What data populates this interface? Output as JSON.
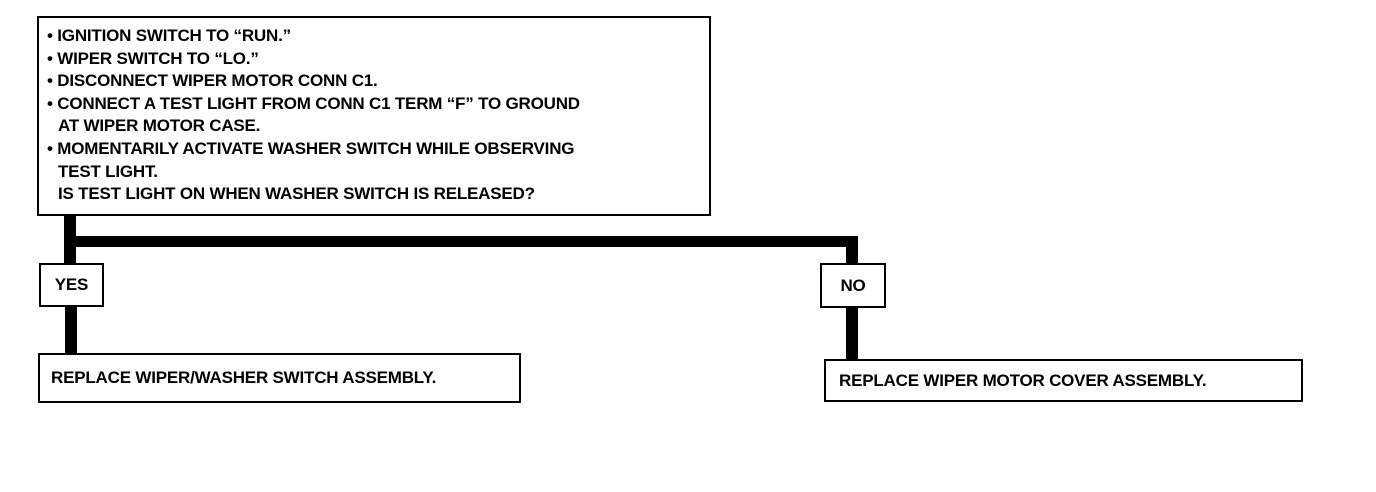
{
  "question_box": {
    "lines": [
      "• IGNITION SWITCH TO “RUN.”",
      "• WIPER SWITCH TO “LO.”",
      "• DISCONNECT WIPER MOTOR CONN C1.",
      "• CONNECT A TEST LIGHT FROM CONN C1 TERM “F” TO GROUND",
      "AT WIPER MOTOR CASE.",
      "• MOMENTARILY ACTIVATE WASHER SWITCH WHILE OBSERVING",
      "TEST LIGHT.",
      "IS TEST LIGHT ON WHEN WASHER SWITCH IS RELEASED?"
    ]
  },
  "branches": {
    "yes": {
      "label": "YES",
      "result": "REPLACE WIPER/WASHER SWITCH ASSEMBLY."
    },
    "no": {
      "label": "NO",
      "result": "REPLACE WIPER MOTOR COVER ASSEMBLY."
    }
  },
  "colors": {
    "line": "#000000",
    "background": "#ffffff"
  }
}
